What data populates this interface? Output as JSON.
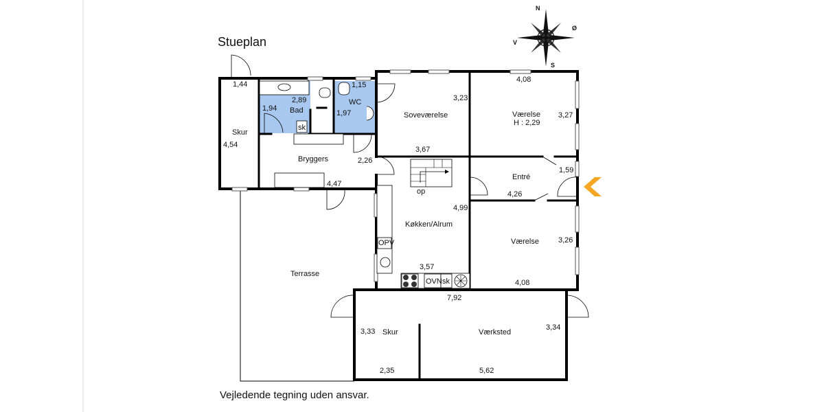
{
  "title": "Stueplan",
  "footer_note": "Vejledende tegning uden ansvar.",
  "compass": {
    "n": "N",
    "s": "S",
    "v": "V",
    "o": "Ø"
  },
  "accent": {
    "wet_room": "#a8c8ef",
    "entry_arrow": "#f5a623"
  },
  "fixtures": {
    "opv": "OPV",
    "ovn": "OVN",
    "sk1": "sk",
    "sk2": "sk",
    "stairs": "op"
  },
  "rooms": {
    "skur_left": {
      "name": "Skur",
      "dims": [
        "1,44",
        "4,54"
      ]
    },
    "bad": {
      "name": "Bad",
      "dims": [
        "2,89",
        "1,94"
      ]
    },
    "wc": {
      "name": "WC",
      "dims": [
        "1,15",
        "1,97"
      ]
    },
    "sovevaerelse": {
      "name": "Soveværelse",
      "dims": [
        "3,23",
        "3,67"
      ]
    },
    "vaerelse_top": {
      "name": "Værelse",
      "sub": "H : 2,29",
      "dims": [
        "4,08",
        "3,27"
      ]
    },
    "bryggers": {
      "name": "Bryggers",
      "dims": [
        "2,26",
        "4,47"
      ]
    },
    "entre": {
      "name": "Entré",
      "dims": [
        "1,59",
        "4,26"
      ]
    },
    "kokken": {
      "name": "Køkken/Alrum",
      "dims": [
        "4,99",
        "3,57"
      ]
    },
    "vaerelse_bottom": {
      "name": "Værelse",
      "dims": [
        "3,26",
        "4,08"
      ]
    },
    "terrasse": {
      "name": "Terrasse"
    },
    "skur_bottom": {
      "name": "Skur",
      "dims": [
        "3,33",
        "2,35"
      ]
    },
    "vaerksted": {
      "name": "Værksted",
      "dims": [
        "7,92",
        "3,34",
        "5,62"
      ]
    }
  }
}
